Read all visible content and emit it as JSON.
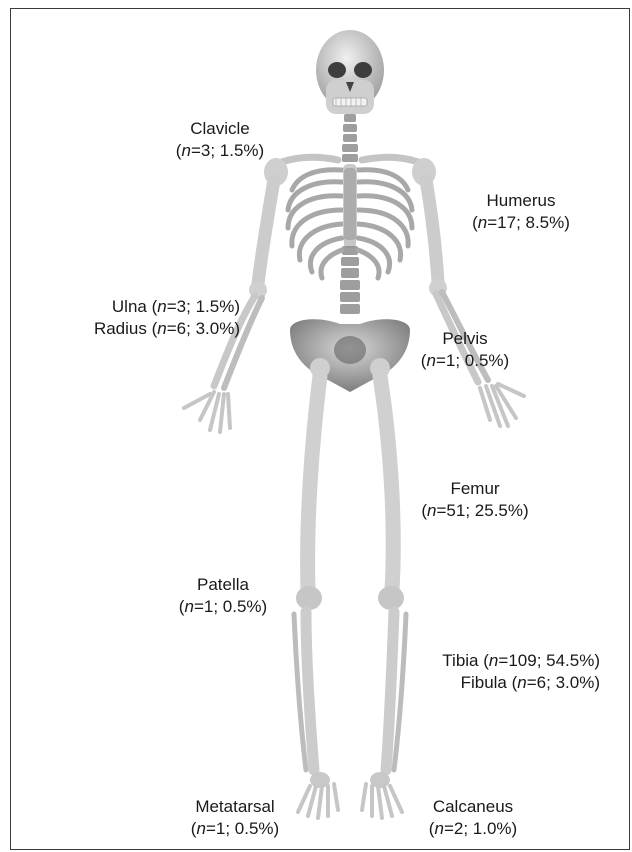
{
  "colors": {
    "bone": "#dcdcdc",
    "bone_shadow": "#8a8a8a",
    "outline": "#3a3a3a",
    "text": "#1a1a1a"
  },
  "labels": {
    "clavicle": {
      "name": "Clavicle",
      "n": "3",
      "rest": "; 1.5%)"
    },
    "humerus": {
      "name": "Humerus",
      "n": "17",
      "rest": "; 8.5%)"
    },
    "ulna": {
      "name": "Ulna (",
      "n": "3",
      "rest": "; 1.5%)"
    },
    "radius": {
      "name": "Radius (",
      "n": "6",
      "rest": "; 3.0%)"
    },
    "pelvis": {
      "name": "Pelvis",
      "n": "1",
      "rest": "; 0.5%)"
    },
    "femur": {
      "name": "Femur",
      "n": "51",
      "rest": "; 25.5%)"
    },
    "patella": {
      "name": "Patella",
      "n": "1",
      "rest": "; 0.5%)"
    },
    "tibia": {
      "name": "Tibia (",
      "n": "109",
      "rest": "; 54.5%)"
    },
    "fibula": {
      "name": "Fibula (",
      "n": "6",
      "rest": "; 3.0%)"
    },
    "metatarsal": {
      "name": "Metatarsal",
      "n": "1",
      "rest": "; 0.5%)"
    },
    "calcaneus": {
      "name": "Calcaneus",
      "n": "2",
      "rest": "; 1.0%)"
    }
  },
  "n_symbol": "n",
  "eq": "=",
  "open_paren": "("
}
